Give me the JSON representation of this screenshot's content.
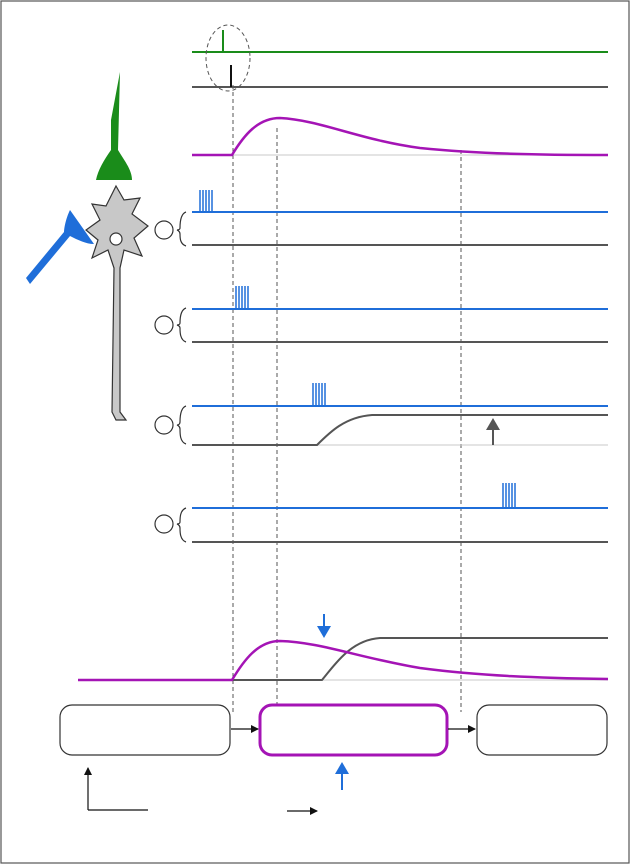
{
  "figure": {
    "colors": {
      "frame": "#555555",
      "green": "#1a8c1a",
      "dark": "#555555",
      "purple": "#a414b5",
      "blue": "#1f6ed9",
      "baseline": "#c8c8c8",
      "neuron_fill": "#c8c8c8",
      "guide": "#555555"
    },
    "icons": [
      "green-axon-terminal-icon",
      "blue-axon-terminal-icon",
      "neuron-icon",
      "arrow-up-icon",
      "arrow-down-icon",
      "arrow-right-icon"
    ],
    "rows": [
      {
        "name": "green-spike-trace"
      },
      {
        "name": "dark-spike-trace"
      },
      {
        "name": "purple-eligibility-trace"
      },
      {
        "name": "synapse-row-1",
        "burst": "before-green-spike"
      },
      {
        "name": "synapse-row-2",
        "burst": "just-after-green-spike"
      },
      {
        "name": "synapse-row-3",
        "burst": "during-eligibility-window",
        "weight_change": "potentiated"
      },
      {
        "name": "synapse-row-4",
        "burst": "after-window"
      }
    ],
    "states": [
      "state-box-1",
      "state-box-2-highlighted",
      "state-box-3"
    ]
  }
}
